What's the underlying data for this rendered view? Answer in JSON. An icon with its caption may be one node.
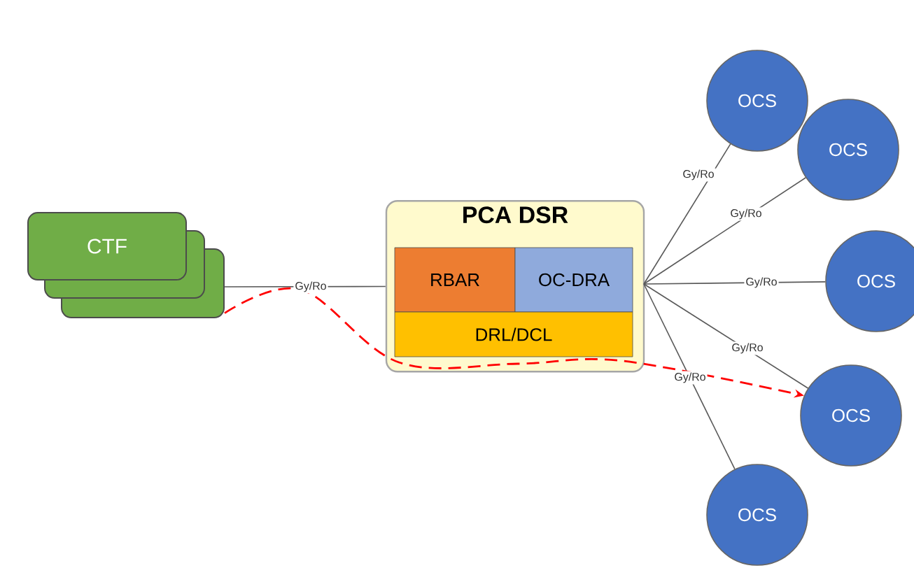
{
  "diagram": {
    "nodes": [
      {
        "text": [
          "CTF"
        ]
      },
      {
        "text": [],
        "shape": "box"
      },
      {
        "text": [],
        "shape": "box"
      },
      {
        "text": [
          "PCA DSR"
        ]
      },
      {
        "text": [
          "RBAR"
        ],
        "in": 3
      },
      {
        "text": [
          "OC-DRA"
        ],
        "in": 3
      },
      {
        "text": [
          "DRL/DCL"
        ],
        "in": 3
      },
      {
        "text": [
          "OCS"
        ]
      },
      {
        "text": [
          "OCS"
        ]
      },
      {
        "text": [
          "OCS"
        ]
      },
      {
        "text": [
          "OCS"
        ]
      },
      {
        "text": [
          "OCS"
        ]
      }
    ],
    "edges": [
      {
        "from": 2,
        "to": 3,
        "arrow": "none",
        "label": "Gy/Ro"
      },
      {
        "from": 3,
        "to": 7,
        "arrow": "none",
        "label": "Gy/Ro"
      },
      {
        "from": 3,
        "to": 8,
        "arrow": "none",
        "label": "Gy/Ro"
      },
      {
        "from": 3,
        "to": 9,
        "arrow": "none",
        "label": "Gy/Ro"
      },
      {
        "from": 3,
        "to": 10,
        "arrow": "none",
        "label": "Gy/Ro"
      },
      {
        "from": 3,
        "to": 11,
        "arrow": "none",
        "label": "Gy/Ro"
      },
      {
        "from": 2,
        "to": 10,
        "arrow": "to",
        "style": "dashed",
        "color": "#ff0000"
      }
    ]
  }
}
